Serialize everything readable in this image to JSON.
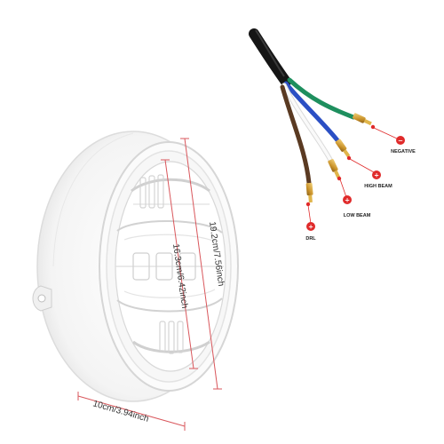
{
  "dimensions": {
    "outer_diameter": "19.2cm/7.56inch",
    "inner_diameter": "16.3cm/6.42inch",
    "depth": "10cm/3.94inch"
  },
  "wires": [
    {
      "label": "NEGATIVE",
      "sign": "−",
      "color": "#1e8f5e"
    },
    {
      "label": "HIGH BEAM",
      "sign": "+",
      "color": "#2b4fc4"
    },
    {
      "label": "LOW BEAM",
      "sign": "+",
      "color": "#f2f2f2"
    },
    {
      "label": "DRL",
      "sign": "+",
      "color": "#5a3a22"
    }
  ],
  "colors": {
    "dimension_line": "#d9575c",
    "marker": "#e02a2a",
    "terminal_brass": "#d4a237",
    "cable_sheath": "#151515"
  },
  "icons": [
    "minus-sign-icon",
    "plus-sign-icon"
  ]
}
